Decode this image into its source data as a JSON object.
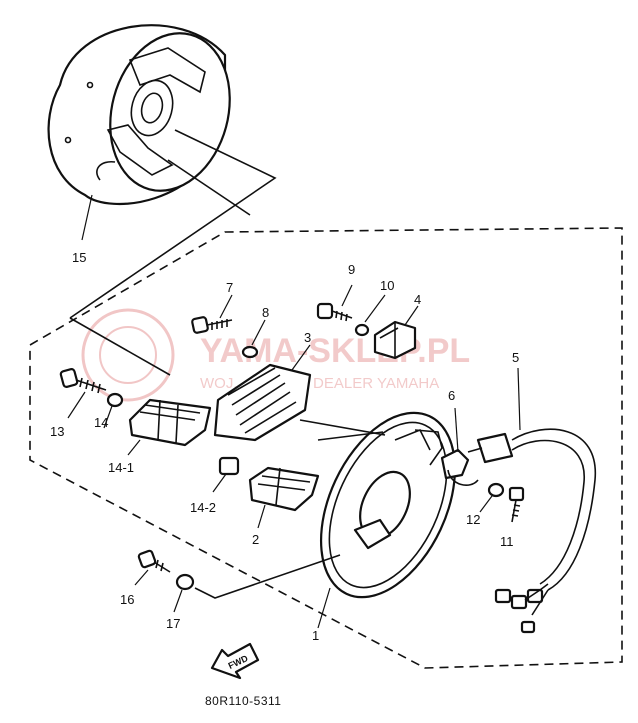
{
  "watermark": {
    "main_text": "YAMA-SKLEP.PL",
    "sub_text": "WOJ... ...WICZ | DEALER YAMAHA",
    "color": "#e8a0a0"
  },
  "callouts": {
    "c1": "1",
    "c2": "2",
    "c3": "3",
    "c4": "4",
    "c5": "5",
    "c6": "6",
    "c7": "7",
    "c8": "8",
    "c9": "9",
    "c10": "10",
    "c11": "11",
    "c12": "12",
    "c13": "13",
    "c14": "14",
    "c14_1": "14-1",
    "c14_2": "14-2",
    "c15": "15",
    "c16": "16",
    "c17": "17"
  },
  "fwd_label": "FWD",
  "diagram_code": "80R110-5311"
}
